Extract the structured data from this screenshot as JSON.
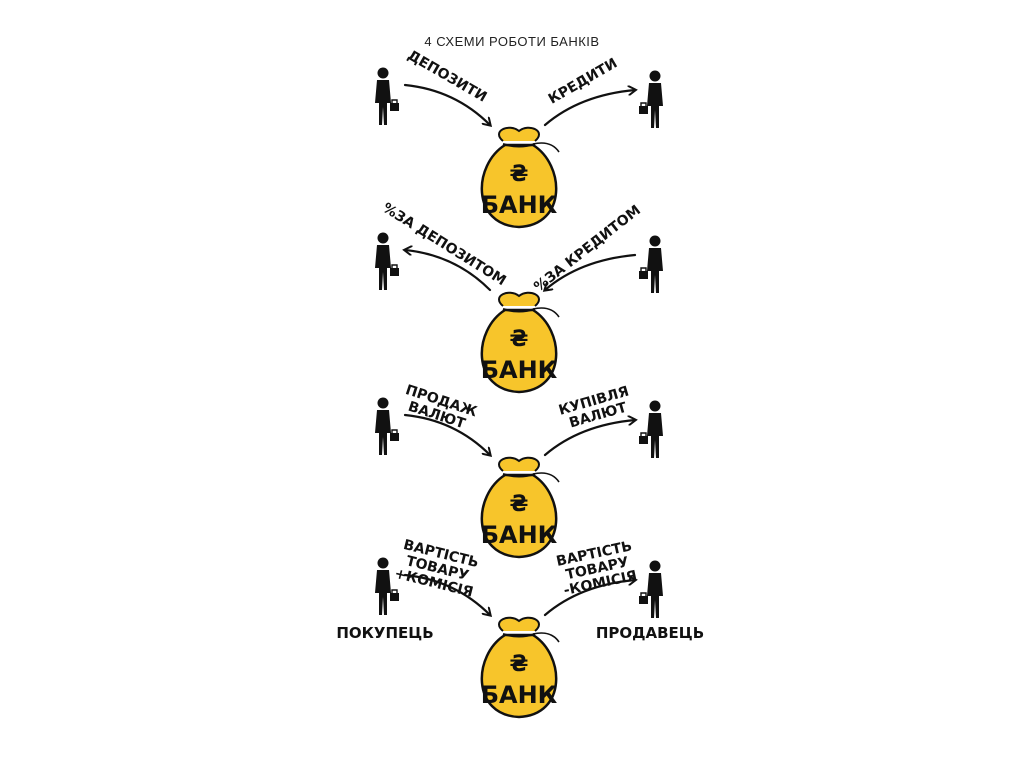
{
  "title": "4 СХЕМИ РОБОТИ БАНКІВ",
  "bank": {
    "symbol": "₴",
    "label": "БАНК"
  },
  "colors": {
    "bag": "#F7C52B",
    "ink": "#111111"
  },
  "schemes": [
    {
      "left_label": [
        "ДЕПОЗИТИ"
      ],
      "right_label": [
        "КРЕДИТИ"
      ]
    },
    {
      "left_label": [
        "%ЗА ДЕПОЗИТОМ"
      ],
      "right_label": [
        "%ЗА КРЕДИТОМ"
      ]
    },
    {
      "left_label": [
        "ПРОДАЖ",
        "ВАЛЮТ"
      ],
      "right_label": [
        "КУПІВЛЯ",
        "ВАЛЮТ"
      ]
    },
    {
      "left_label": [
        "ВАРТІСТЬ",
        "ТОВАРУ",
        "+КОМІСІЯ"
      ],
      "right_label": [
        "ВАРТІСТЬ",
        "ТОВАРУ",
        "-КОМІСІЯ"
      ]
    }
  ],
  "roles": {
    "buyer": "ПОКУПЕЦЬ",
    "seller": "ПРОДАВЕЦЬ"
  }
}
